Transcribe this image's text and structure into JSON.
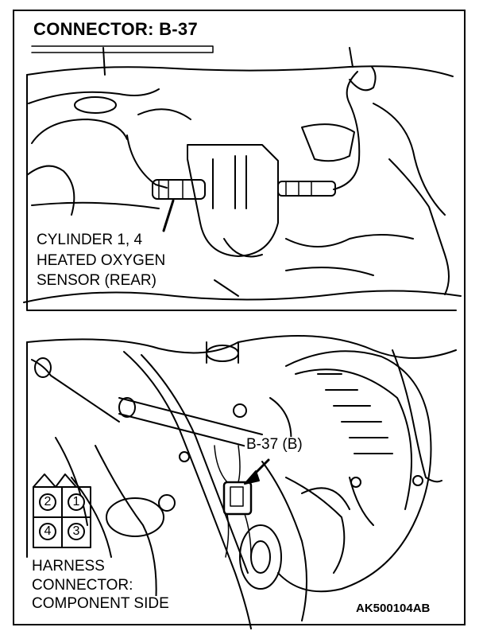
{
  "title": "CONNECTOR: B-37",
  "top_view": {
    "label_lines": [
      "CYLINDER 1, 4",
      "HEATED OXYGEN",
      "SENSOR (REAR)"
    ]
  },
  "bottom_view": {
    "callout": "B-37 (B)",
    "connector_pins": {
      "top_left": "2",
      "top_right": "1",
      "bottom_left": "4",
      "bottom_right": "3"
    },
    "harness_label_lines": [
      "HARNESS",
      "CONNECTOR:",
      "COMPONENT SIDE"
    ]
  },
  "reference_code": "AK500104AB"
}
